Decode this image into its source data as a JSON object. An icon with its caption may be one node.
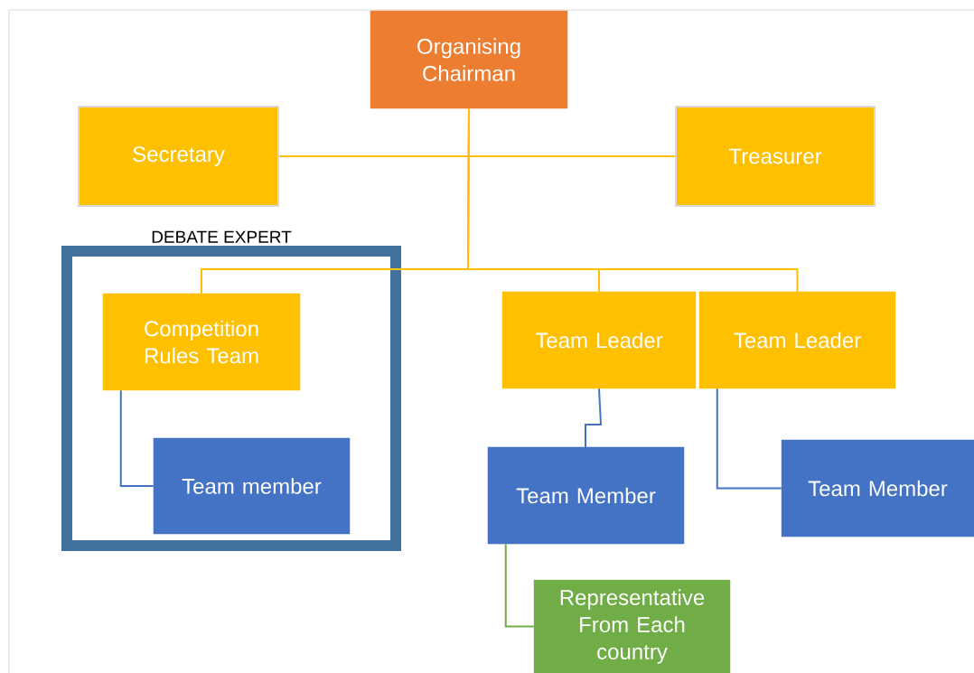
{
  "diagram": {
    "nodes": [
      {
        "text": [
          "Organising Chairman"
        ]
      },
      {
        "text": [
          "Secretary"
        ]
      },
      {
        "text": [
          "Treasurer"
        ]
      },
      {
        "text": [
          "DEBATE EXPERT"
        ]
      },
      {
        "text": [
          "Competition Rules Team"
        ],
        "in": 3
      },
      {
        "text": [
          "Team member"
        ],
        "in": 3
      },
      {
        "text": [
          "Team Leader"
        ]
      },
      {
        "text": [
          "Team Leader"
        ]
      },
      {
        "text": [
          "Team Member"
        ]
      },
      {
        "text": [
          "Team Member"
        ]
      },
      {
        "text": [
          "Representative From Each country"
        ]
      }
    ],
    "edges": [
      {
        "from": 0,
        "to": 1,
        "arrow": "none"
      },
      {
        "from": 0,
        "to": 2,
        "arrow": "none"
      },
      {
        "from": 0,
        "to": 4,
        "arrow": "none"
      },
      {
        "from": 0,
        "to": 6,
        "arrow": "none"
      },
      {
        "from": 0,
        "to": 7,
        "arrow": "none"
      },
      {
        "from": 4,
        "to": 5,
        "arrow": "none",
        "color": "#4472c4"
      },
      {
        "from": 6,
        "to": 8,
        "arrow": "none",
        "color": "#4472c4"
      },
      {
        "from": 7,
        "to": 9,
        "arrow": "none",
        "color": "#4472c4"
      },
      {
        "from": 8,
        "to": 10,
        "arrow": "none",
        "color": "#70ad47"
      }
    ]
  }
}
